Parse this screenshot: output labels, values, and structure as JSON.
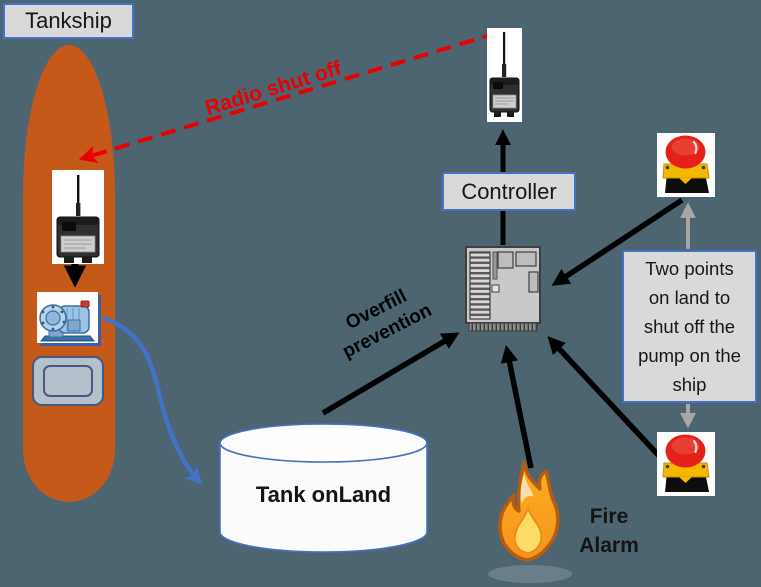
{
  "title": "Tankship overfill protection diagram",
  "colors": {
    "background": "#4c6570",
    "ship": "#c4591a",
    "label_bg": "#d9d9d9",
    "label_border": "#4472c4",
    "red_arrow": "#e80000",
    "blue_arrow": "#4472c4",
    "gray_arrow": "#a6a6a6",
    "black_arrow": "#000000"
  },
  "labels": {
    "tankship": "Tankship",
    "controller": "Controller",
    "tank_on_land": "Tank onLand",
    "radio_shut_off": "Radio shut off",
    "overfill_prevention": "Overfill prevention",
    "fire_alarm": "Fire Alarm",
    "two_points": "Two points on land to shut off the pump on the ship"
  },
  "icons": {
    "ship_radio": "radio-receiver-icon",
    "shore_radio": "radio-transmitter-icon",
    "pump": "pump-icon",
    "hatch": "ship-hatch-icon",
    "controller_unit": "plc-controller-icon",
    "estop": "emergency-stop-button-icon",
    "flame": "fire-icon"
  }
}
